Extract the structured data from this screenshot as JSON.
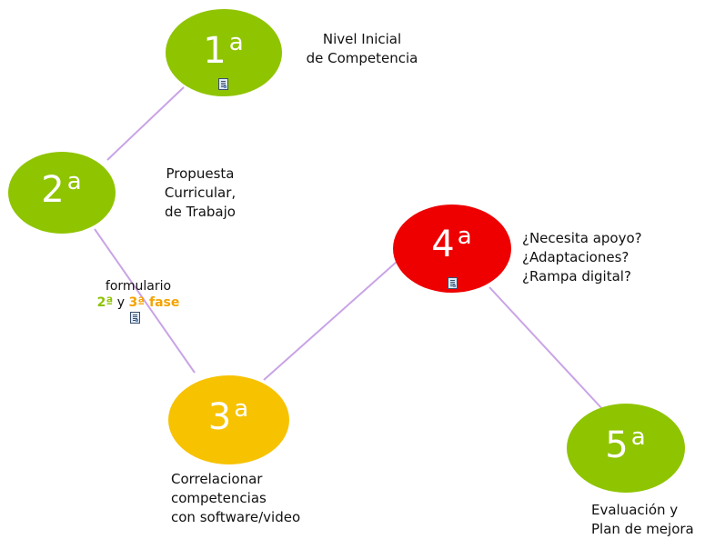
{
  "nodes": [
    {
      "id": "1",
      "num": "1",
      "sup": "a",
      "color": "#8fc400",
      "has_doc": true,
      "caption": [
        "Nivel Inicial",
        "de Competencia"
      ]
    },
    {
      "id": "2",
      "num": "2",
      "sup": "a",
      "color": "#8fc400",
      "has_doc": false,
      "caption": [
        "Propuesta",
        "Curricular,",
        "de Trabajo"
      ]
    },
    {
      "id": "3",
      "num": "3",
      "sup": "a",
      "color": "#f7c200",
      "has_doc": false,
      "caption": [
        "Correlacionar",
        "competencias",
        "con software/video"
      ]
    },
    {
      "id": "4",
      "num": "4",
      "sup": "a",
      "color": "#ee0000",
      "has_doc": true,
      "caption": [
        "¿Necesita apoyo?",
        "¿Adaptaciones?",
        "¿Rampa digital?"
      ]
    },
    {
      "id": "5",
      "num": "5",
      "sup": "a",
      "color": "#8fc400",
      "has_doc": false,
      "caption": [
        "Evaluación y",
        "Plan de mejora"
      ]
    }
  ],
  "connector_color": "#c9a3e6",
  "link_label": {
    "line1": "formulario",
    "part_a": "2ª",
    "part_y": " y ",
    "part_b": "3ª fase",
    "color_a": "#8dc300",
    "color_b": "#f4a300"
  },
  "icons": {
    "document": "document-icon"
  }
}
